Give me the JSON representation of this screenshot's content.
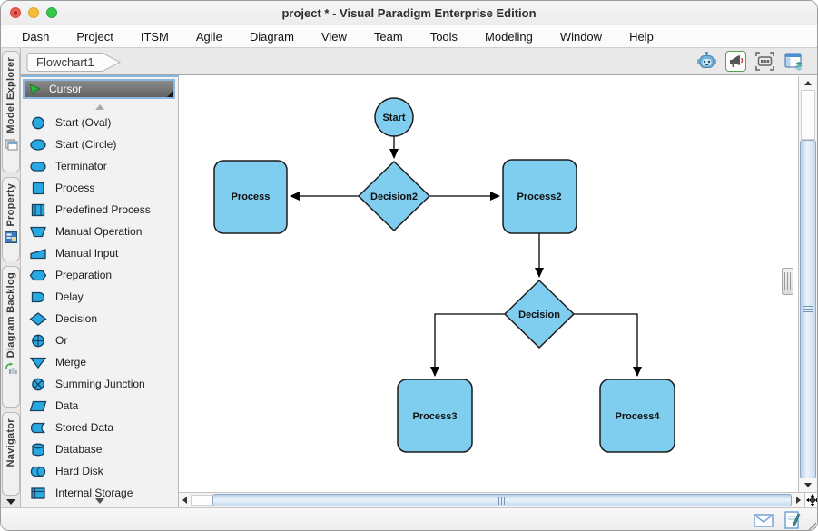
{
  "window": {
    "title": "project * - Visual Paradigm Enterprise Edition"
  },
  "menu": {
    "items": [
      "Dash",
      "Project",
      "ITSM",
      "Agile",
      "Diagram",
      "View",
      "Team",
      "Tools",
      "Modeling",
      "Window",
      "Help"
    ]
  },
  "tabs": {
    "active": "Flowchart1"
  },
  "top_toolbar": {
    "icons": [
      "robot-assistant",
      "announcement",
      "storyboard",
      "panel-layout"
    ]
  },
  "side_tabs": {
    "items": [
      {
        "label": "Model Explorer",
        "icon": "model-explorer-icon"
      },
      {
        "label": "Property",
        "icon": "property-icon"
      },
      {
        "label": "Diagram Backlog",
        "icon": "diagram-backlog-icon"
      },
      {
        "label": "Navigator",
        "icon": ""
      }
    ]
  },
  "palette": {
    "cursor_label": "Cursor",
    "items": [
      "Start (Oval)",
      "Start (Circle)",
      "Terminator",
      "Process",
      "Predefined Process",
      "Manual Operation",
      "Manual Input",
      "Preparation",
      "Delay",
      "Decision",
      "Or",
      "Merge",
      "Summing Junction",
      "Data",
      "Stored Data",
      "Database",
      "Hard Disk",
      "Internal Storage"
    ]
  },
  "canvas": {
    "nodes": [
      {
        "id": "start",
        "type": "start-circle",
        "label": "Start"
      },
      {
        "id": "decision2",
        "type": "decision",
        "label": "Decision2"
      },
      {
        "id": "process",
        "type": "process",
        "label": "Process"
      },
      {
        "id": "process2",
        "type": "process",
        "label": "Process2"
      },
      {
        "id": "decision",
        "type": "decision",
        "label": "Decision"
      },
      {
        "id": "process3",
        "type": "process",
        "label": "Process3"
      },
      {
        "id": "process4",
        "type": "process",
        "label": "Process4"
      }
    ],
    "edges": [
      "start->decision2",
      "decision2->process",
      "decision2->process2",
      "process2->decision",
      "decision->process3",
      "decision->process4"
    ],
    "colors": {
      "node_fill": "#7fcdef",
      "node_stroke": "#1c1c1c",
      "connector": "#000000"
    }
  },
  "status_bar": {
    "icons": [
      "mail-icon",
      "notes-icon"
    ]
  },
  "theme": {
    "palette_icon_blue": "#29a9e1",
    "selection_blue": "#8ab6e2",
    "scrollbar_thumb": "#cadcf0"
  }
}
